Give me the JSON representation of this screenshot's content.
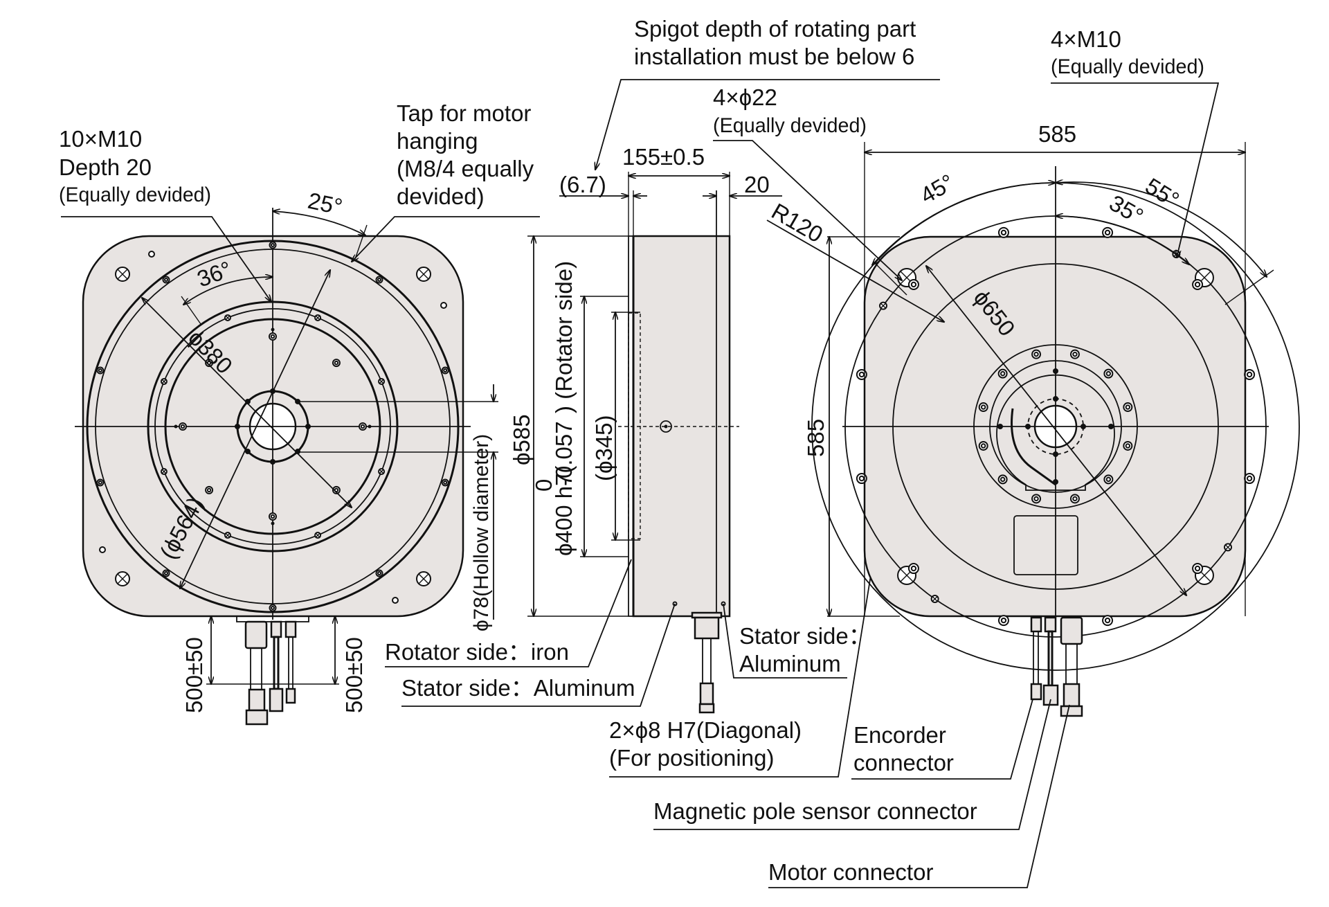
{
  "title": "Direct drive motor outline dimensions",
  "views": {
    "front_left": {
      "callouts": {
        "tapped_holes": [
          "10×M10",
          "Depth 20",
          "(Equally devided)"
        ],
        "hanging_tap": [
          "Tap for motor",
          "hanging",
          "(M8/4 equally",
          "devided)"
        ]
      },
      "dimensions": {
        "angle_25": "25°",
        "angle_36": "36°",
        "dia_380": "ϕ380",
        "dia_564": "(ϕ564)",
        "hollow": "ϕ78(Hollow diameter)",
        "cable_len_left": "500±50",
        "cable_len_right": "500±50"
      }
    },
    "side": {
      "callouts": {
        "spigot": [
          "Spigot depth of rotating part",
          "installation must be below 6"
        ],
        "rotator_material": "Rotator side：iron",
        "stator_material_a": "Stator side：Aluminum",
        "stator_material_b": [
          "Stator side：",
          "Aluminum"
        ],
        "positioning": [
          "2×ϕ8 H7(Diagonal)",
          "(For positioning)"
        ]
      },
      "dimensions": {
        "spigot_depth": "(6.7)",
        "length": "155±0.5",
        "flange": "20",
        "dia_585": "ϕ585",
        "dia_400_tol_upper": "0",
        "dia_400": "ϕ400 h7(-0.057) (Rotator side)",
        "dia_400_main": "ϕ400 h7(",
        "dia_400_lower": "-0.057",
        "dia_400_suffix": ") (Rotator side)",
        "dia_345": "(ϕ345)"
      }
    },
    "rear_right": {
      "callouts": {
        "through_holes": [
          "4×ϕ22",
          "(Equally devided)"
        ],
        "tapped_holes": [
          "4×M10",
          "(Equally devided)"
        ],
        "encoder": [
          "Encorder",
          "connector"
        ],
        "magnetic_pole": "Magnetic pole sensor connector",
        "motor": "Motor connector"
      },
      "dimensions": {
        "width": "585",
        "height": "585",
        "angle_45": "45°",
        "angle_55": "55°",
        "angle_35": "35°",
        "radius": "R120",
        "dia_650": "ϕ650"
      }
    }
  }
}
